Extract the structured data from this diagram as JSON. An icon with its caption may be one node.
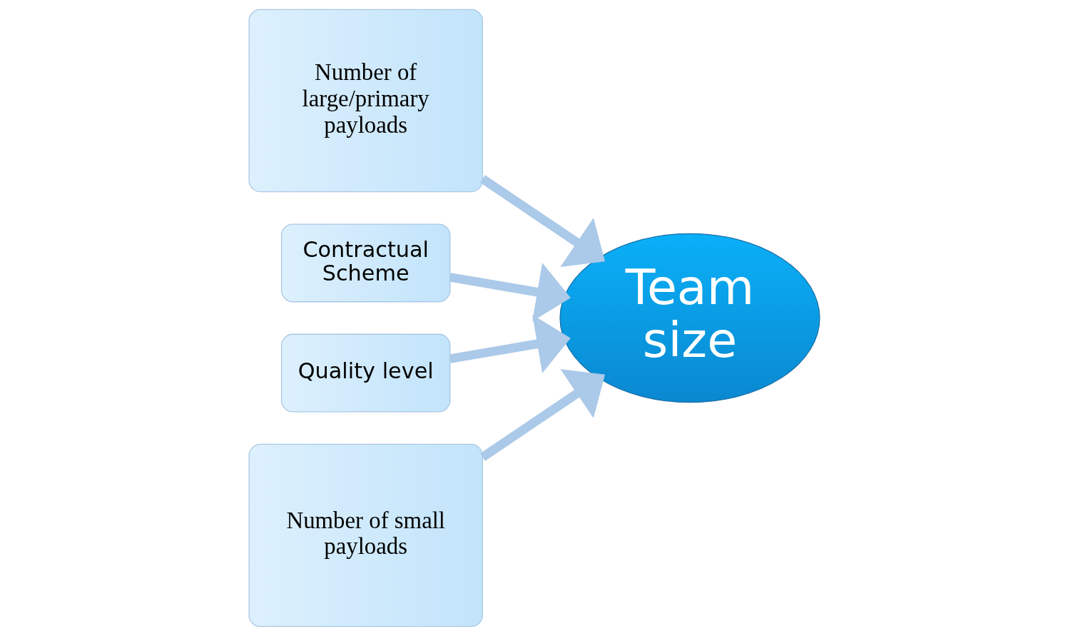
{
  "diagram": {
    "nodes": [
      {
        "text": [
          "Number of large/primary payloads"
        ]
      },
      {
        "text": [
          "Contractual Scheme"
        ]
      },
      {
        "text": [
          "Quality level"
        ]
      },
      {
        "text": [
          "Number of small payloads"
        ]
      },
      {
        "text": [
          "Team size"
        ]
      }
    ],
    "edges": [
      {
        "from": 0,
        "to": 4,
        "arrow": "to"
      },
      {
        "from": 1,
        "to": 4,
        "arrow": "to"
      },
      {
        "from": 2,
        "to": 4,
        "arrow": "to"
      },
      {
        "from": 3,
        "to": 4,
        "arrow": "to"
      }
    ]
  }
}
